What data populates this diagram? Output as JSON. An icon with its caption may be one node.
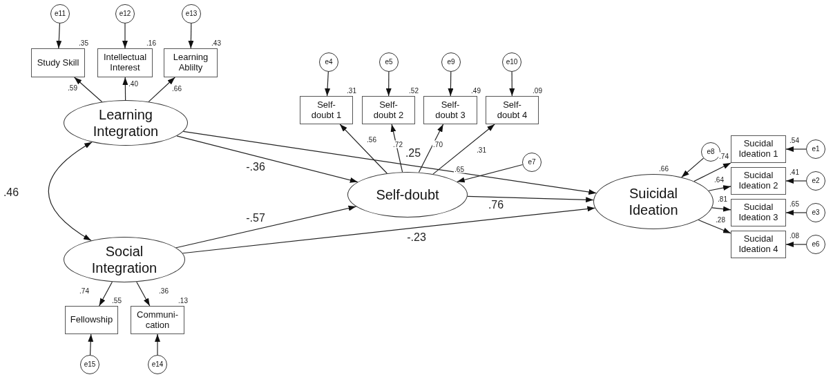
{
  "diagram": {
    "nodes": [
      {
        "text": [
          "e11"
        ]
      },
      {
        "text": [
          "e12"
        ]
      },
      {
        "text": [
          "e13"
        ]
      },
      {
        "text": [
          "e4"
        ]
      },
      {
        "text": [
          "e5"
        ]
      },
      {
        "text": [
          "e9"
        ]
      },
      {
        "text": [
          "e10"
        ]
      },
      {
        "text": [
          "Study Skill"
        ],
        "beside": [
          ".35"
        ]
      },
      {
        "text": [
          "Intellectual Interest"
        ],
        "beside": [
          ".16"
        ]
      },
      {
        "text": [
          "Learning Ablilty"
        ],
        "beside": [
          ".43"
        ]
      },
      {
        "text": [
          "Self- doubt 1"
        ],
        "beside": [
          ".31"
        ]
      },
      {
        "text": [
          "Self- doubt 2"
        ],
        "beside": [
          ".52"
        ]
      },
      {
        "text": [
          "Self- doubt 3"
        ],
        "beside": [
          ".49"
        ]
      },
      {
        "text": [
          "Self- doubt 4"
        ],
        "beside": [
          ".09"
        ]
      },
      {
        "text": [
          "Learning Integration"
        ]
      },
      {
        "text": [
          "e7"
        ]
      },
      {
        "text": [
          "e8"
        ]
      },
      {
        "text": [
          "Sucidal Ideation 1"
        ],
        "beside": [
          ".54"
        ]
      },
      {
        "text": [
          "Sucidal Ideation 2"
        ],
        "beside": [
          ".41"
        ]
      },
      {
        "text": [
          "Sucidal Ideation 3"
        ],
        "beside": [
          ".65"
        ]
      },
      {
        "text": [
          "Sucidal Ideation 4"
        ],
        "beside": [
          ".08"
        ]
      },
      {
        "text": [
          "e1"
        ]
      },
      {
        "text": [
          "e2"
        ]
      },
      {
        "text": [
          "e3"
        ]
      },
      {
        "text": [
          "e6"
        ]
      },
      {
        "text": [
          "Self-doubt"
        ],
        "beside": [
          ".65"
        ]
      },
      {
        "text": [
          "Suicidal Ideation"
        ],
        "beside": [
          ".66"
        ]
      },
      {
        "text": [
          "Social Integration"
        ]
      },
      {
        "text": [
          "Fellowship"
        ],
        "beside": [
          ".55"
        ]
      },
      {
        "text": [
          "Communi- cation"
        ],
        "beside": [
          ".13"
        ]
      },
      {
        "text": [
          "e15"
        ]
      },
      {
        "text": [
          "e14"
        ]
      }
    ],
    "edges": [
      {
        "from": 0,
        "to": 7,
        "arrow": "to"
      },
      {
        "from": 1,
        "to": 8,
        "arrow": "to"
      },
      {
        "from": 2,
        "to": 9,
        "arrow": "to"
      },
      {
        "from": 14,
        "to": 7,
        "arrow": "to",
        "label": ".59"
      },
      {
        "from": 14,
        "to": 8,
        "arrow": "to",
        "label": ".40"
      },
      {
        "from": 14,
        "to": 9,
        "arrow": "to",
        "label": ".66"
      },
      {
        "from": 3,
        "to": 10,
        "arrow": "to"
      },
      {
        "from": 4,
        "to": 11,
        "arrow": "to"
      },
      {
        "from": 5,
        "to": 12,
        "arrow": "to"
      },
      {
        "from": 6,
        "to": 13,
        "arrow": "to"
      },
      {
        "from": 25,
        "to": 10,
        "arrow": "to",
        "label": ".56"
      },
      {
        "from": 25,
        "to": 11,
        "arrow": "to",
        "label": ".72"
      },
      {
        "from": 25,
        "to": 12,
        "arrow": "to",
        "label": ".70"
      },
      {
        "from": 25,
        "to": 13,
        "arrow": "to",
        "label": ".31"
      },
      {
        "from": 14,
        "to": 27,
        "arrow": "both",
        "label": ".46"
      },
      {
        "from": 14,
        "to": 25,
        "arrow": "to",
        "label": "-.36"
      },
      {
        "from": 14,
        "to": 26,
        "arrow": "to",
        "label": ".25"
      },
      {
        "from": 27,
        "to": 25,
        "arrow": "to",
        "label": "-.57"
      },
      {
        "from": 27,
        "to": 26,
        "arrow": "to",
        "label": "-.23"
      },
      {
        "from": 25,
        "to": 26,
        "arrow": "to",
        "label": ".76"
      },
      {
        "from": 15,
        "to": 25,
        "arrow": "to"
      },
      {
        "from": 16,
        "to": 26,
        "arrow": "to"
      },
      {
        "from": 26,
        "to": 17,
        "arrow": "to",
        "label": ".74"
      },
      {
        "from": 26,
        "to": 18,
        "arrow": "to",
        "label": ".64"
      },
      {
        "from": 26,
        "to": 19,
        "arrow": "to",
        "label": ".81"
      },
      {
        "from": 26,
        "to": 20,
        "arrow": "to",
        "label": ".28"
      },
      {
        "from": 21,
        "to": 17,
        "arrow": "to"
      },
      {
        "from": 22,
        "to": 18,
        "arrow": "to"
      },
      {
        "from": 23,
        "to": 19,
        "arrow": "to"
      },
      {
        "from": 24,
        "to": 20,
        "arrow": "to"
      },
      {
        "from": 27,
        "to": 28,
        "arrow": "to",
        "label": ".74"
      },
      {
        "from": 27,
        "to": 29,
        "arrow": "to",
        "label": ".36"
      },
      {
        "from": 30,
        "to": 28,
        "arrow": "to"
      },
      {
        "from": 31,
        "to": 29,
        "arrow": "to"
      }
    ]
  }
}
